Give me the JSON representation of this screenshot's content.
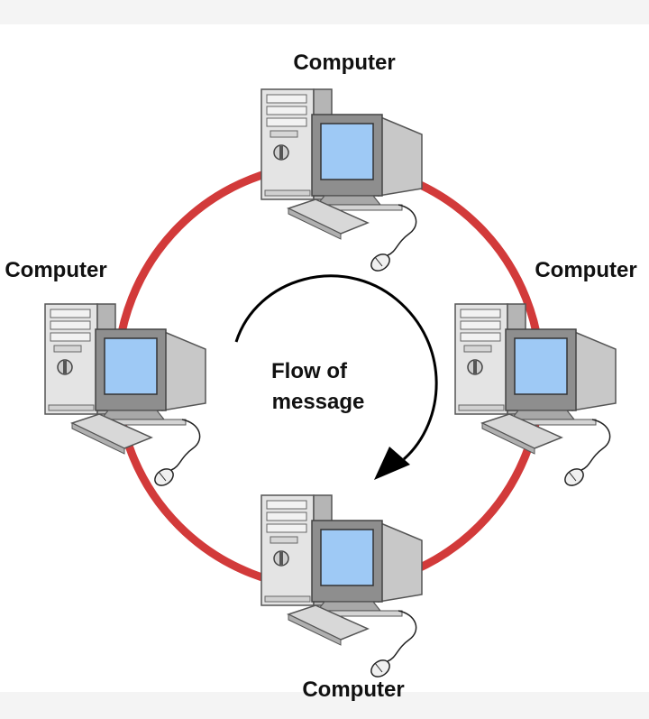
{
  "diagram": {
    "ring_color": "#d23a3a",
    "arrow_color": "#000000",
    "flow_label_line1": "Flow of",
    "flow_label_line2": "message",
    "nodes": [
      {
        "id": "top",
        "label": "Computer"
      },
      {
        "id": "left",
        "label": "Computer"
      },
      {
        "id": "right",
        "label": "Computer"
      },
      {
        "id": "bottom",
        "label": "Computer"
      }
    ]
  },
  "colors": {
    "case_light": "#e6e6e6",
    "case_dark": "#b8b8b8",
    "monitor_frame": "#9a9a9a",
    "screen": "#9ec9f5",
    "outline": "#444444"
  },
  "icons": [
    "computer-icon",
    "mouse-icon",
    "keyboard-icon",
    "arrow-head-icon"
  ]
}
